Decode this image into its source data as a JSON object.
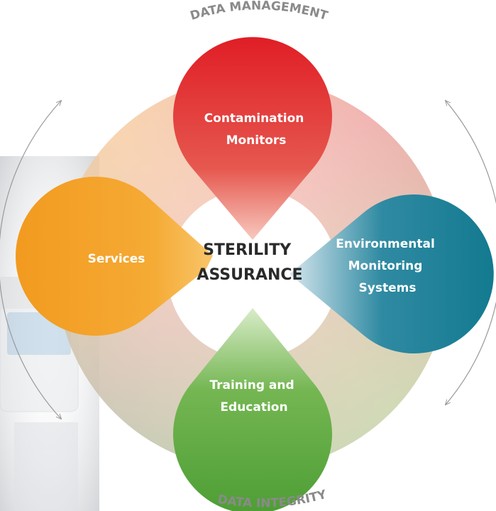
{
  "center": {
    "line1": "STERILITY",
    "line2": "ASSURANCE"
  },
  "outer_labels": {
    "top": "DATA MANAGEMENT",
    "bottom": "DATA INTEGRITY"
  },
  "petals": [
    {
      "key": "top",
      "lines": [
        "Contamination",
        "Monitors"
      ],
      "color": "#d92b2b"
    },
    {
      "key": "right",
      "lines": [
        "Environmental",
        "Monitoring",
        "Systems"
      ],
      "color": "#1a7f96"
    },
    {
      "key": "bottom",
      "lines": [
        "Training and",
        "Education"
      ],
      "color": "#5aa83e"
    },
    {
      "key": "left",
      "lines": [
        "Services"
      ],
      "color": "#f2a22a"
    }
  ],
  "colors": {
    "outer_text": "#8a8a8a",
    "arrows": "#9a9a9a",
    "center_text": "#2a2a2a"
  }
}
